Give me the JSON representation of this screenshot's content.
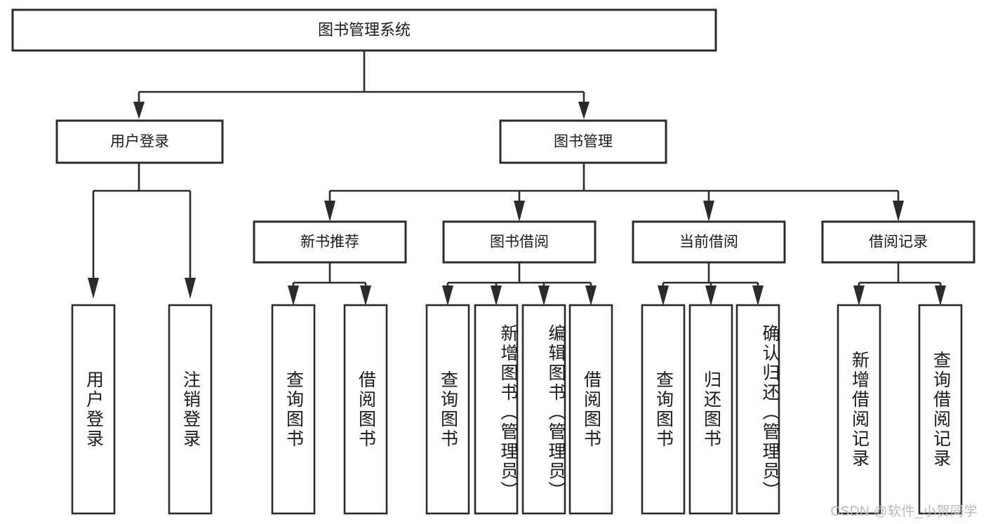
{
  "diagram": {
    "type": "tree-hierarchy-chart",
    "title": "图书管理系统",
    "background_color": "#ffffff",
    "line_color": "#2b2b2b",
    "text_color": "#1a1a1a",
    "watermark": "CSDN @软件_小贺同学",
    "levels": {
      "level1": [
        {
          "id": "root",
          "label": "图书管理系统"
        }
      ],
      "level2": [
        {
          "id": "user-login",
          "label": "用户登录"
        },
        {
          "id": "book-management",
          "label": "图书管理"
        }
      ],
      "level3": [
        {
          "id": "new-book-recommend",
          "label": "新书推荐",
          "parent": "book-management"
        },
        {
          "id": "book-borrow",
          "label": "图书借阅",
          "parent": "book-management"
        },
        {
          "id": "current-borrow",
          "label": "当前借阅",
          "parent": "book-management"
        },
        {
          "id": "borrow-record",
          "label": "借阅记录",
          "parent": "book-management"
        }
      ],
      "level4": [
        {
          "id": "leaf-user-login",
          "label": "用户登录",
          "parent": "user-login"
        },
        {
          "id": "leaf-user-logout",
          "label": "注销登录",
          "parent": "user-login"
        },
        {
          "id": "leaf-query-book-1",
          "label": "查询图书",
          "parent": "new-book-recommend"
        },
        {
          "id": "leaf-borrow-book-1",
          "label": "借阅图书",
          "parent": "new-book-recommend"
        },
        {
          "id": "leaf-query-book-2",
          "label": "查询图书",
          "parent": "book-borrow"
        },
        {
          "id": "leaf-add-book",
          "label": "新增图书（管理员）",
          "parent": "book-borrow"
        },
        {
          "id": "leaf-edit-book",
          "label": "编辑图书（管理员）",
          "parent": "book-borrow"
        },
        {
          "id": "leaf-borrow-book-2",
          "label": "借阅图书",
          "parent": "book-borrow"
        },
        {
          "id": "leaf-query-book-3",
          "label": "查询图书",
          "parent": "current-borrow"
        },
        {
          "id": "leaf-return-book",
          "label": "归还图书",
          "parent": "current-borrow"
        },
        {
          "id": "leaf-confirm-return",
          "label": "确认归还（管理员）",
          "parent": "current-borrow"
        },
        {
          "id": "leaf-add-record",
          "label": "新增借阅记录",
          "parent": "borrow-record"
        },
        {
          "id": "leaf-query-record",
          "label": "查询借阅记录",
          "parent": "borrow-record"
        }
      ]
    }
  }
}
